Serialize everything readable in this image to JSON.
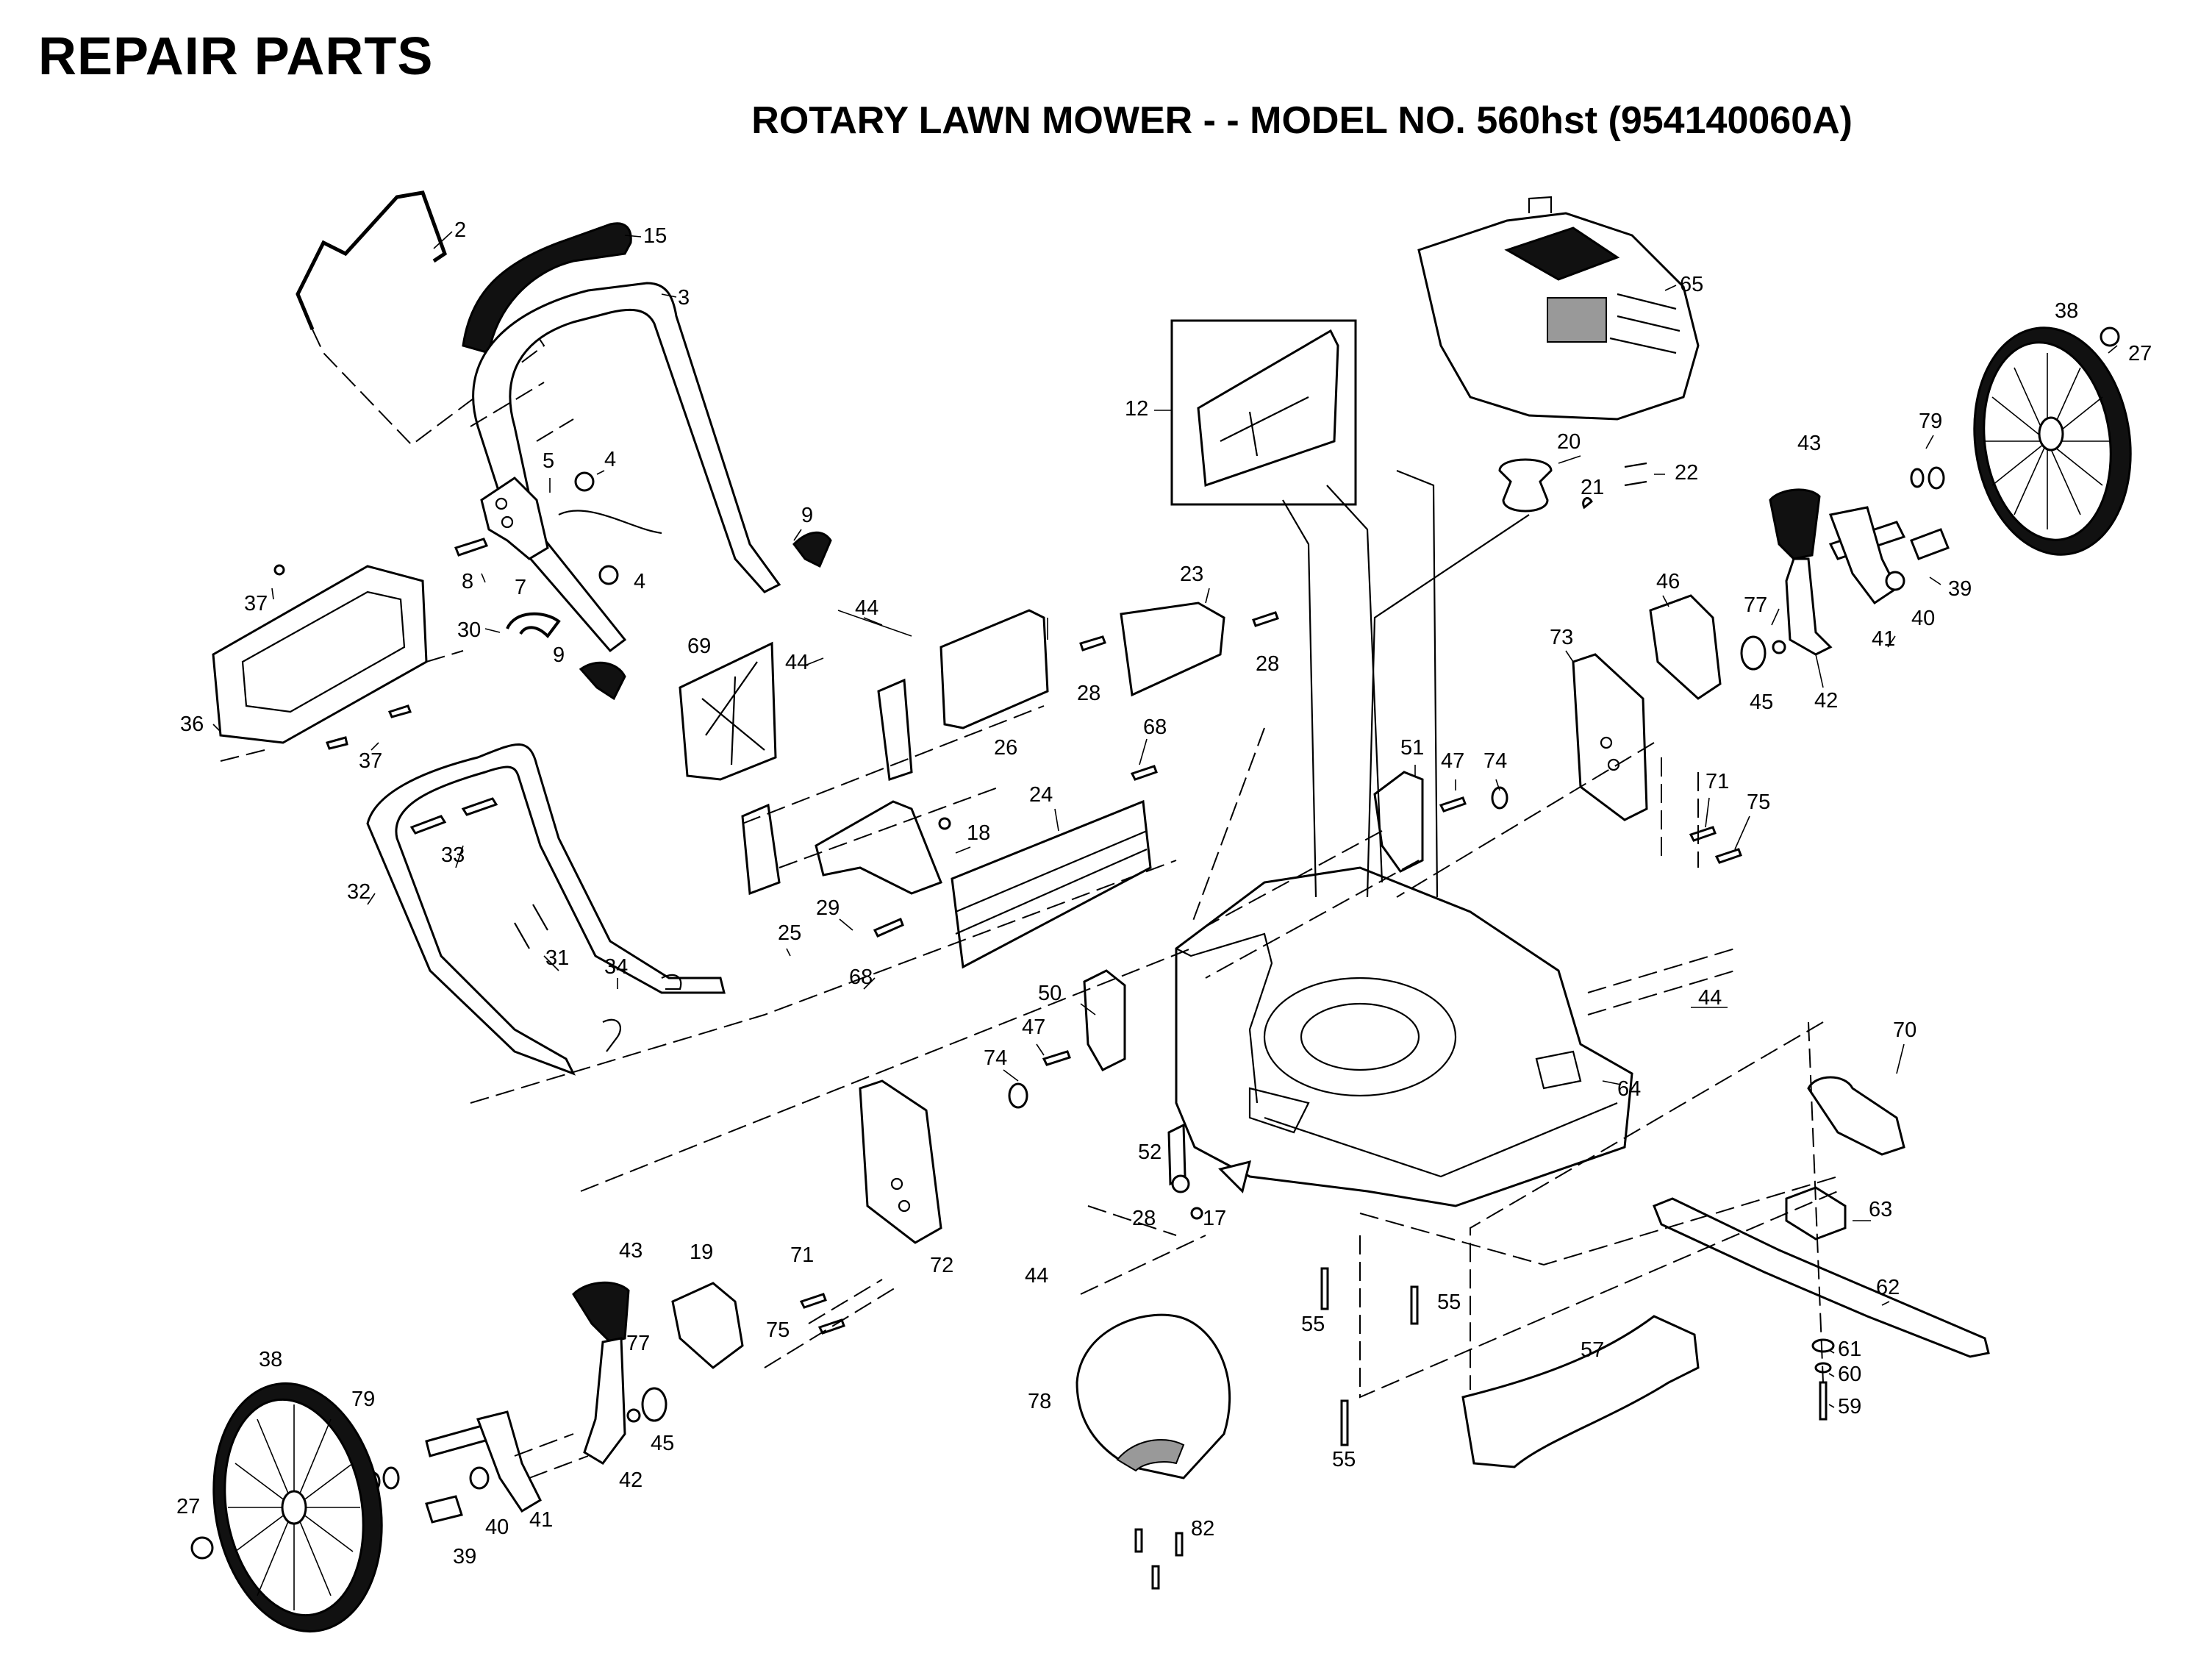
{
  "header": {
    "title": "REPAIR PARTS",
    "subtitle": "ROTARY LAWN MOWER - - MODEL NO. 560hst (954140060A)"
  },
  "callouts": [
    "2",
    "15",
    "3",
    "5",
    "4",
    "8",
    "7",
    "4",
    "9",
    "37",
    "30",
    "9",
    "36",
    "37",
    "44",
    "44",
    "69",
    "26",
    "23",
    "28",
    "28",
    "12",
    "20",
    "21",
    "22",
    "65",
    "38",
    "27",
    "43",
    "79",
    "39",
    "40",
    "41",
    "42",
    "45",
    "77",
    "46",
    "73",
    "51",
    "47",
    "74",
    "71",
    "75",
    "68",
    "24",
    "18",
    "29",
    "25",
    "68",
    "33",
    "32",
    "31",
    "34",
    "50",
    "47",
    "74",
    "44",
    "64",
    "70",
    "63",
    "62",
    "61",
    "60",
    "59",
    "52",
    "28",
    "17",
    "72",
    "71",
    "75",
    "43",
    "19",
    "77",
    "45",
    "42",
    "38",
    "79",
    "27",
    "40",
    "41",
    "39",
    "44",
    "55",
    "55",
    "55",
    "57",
    "78",
    "82"
  ]
}
